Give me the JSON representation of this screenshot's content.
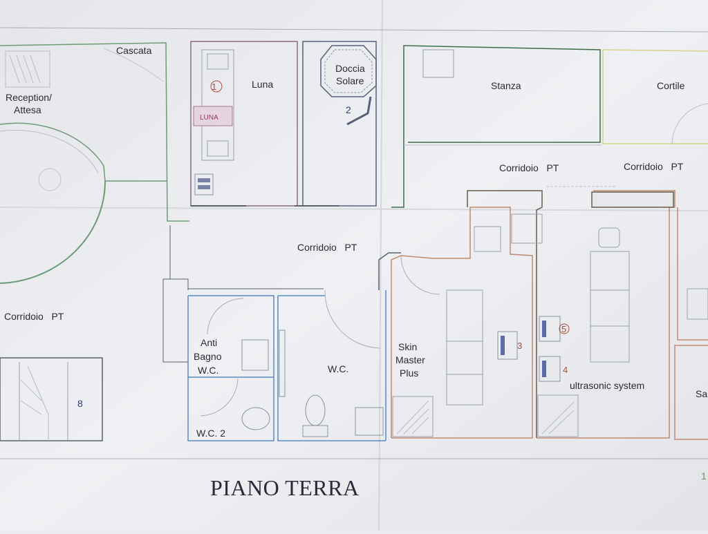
{
  "plan": {
    "title": "PIANO TERRA",
    "page_marker": "1",
    "rooms": {
      "reception": [
        "Reception/",
        "Attesa"
      ],
      "cascata": "Cascata",
      "luna": "Luna",
      "luna_bed": "LUNA",
      "doccia": [
        "Doccia",
        "Solare"
      ],
      "stanza": "Stanza",
      "cortile": "Cortile",
      "corridoio_top_1": "Corridoio   PT",
      "corridoio_top_2": "Corridoio   PT",
      "corridoio_mid": "Corridoio   PT",
      "corridoio_left": "Corridoio   PT",
      "anti_bagno": [
        "Anti",
        "Bagno",
        "W.C."
      ],
      "wc": "W.C.",
      "wc2": "W.C. 2",
      "skin_master": [
        "Skin",
        "Master",
        "Plus"
      ],
      "ultrasonic": "ultrasonic system",
      "sa_partial": "Sa"
    },
    "numbers": {
      "n1": "1",
      "n2": "2",
      "n3": "3",
      "n4": "4",
      "n5": "5",
      "n8": "8"
    }
  }
}
